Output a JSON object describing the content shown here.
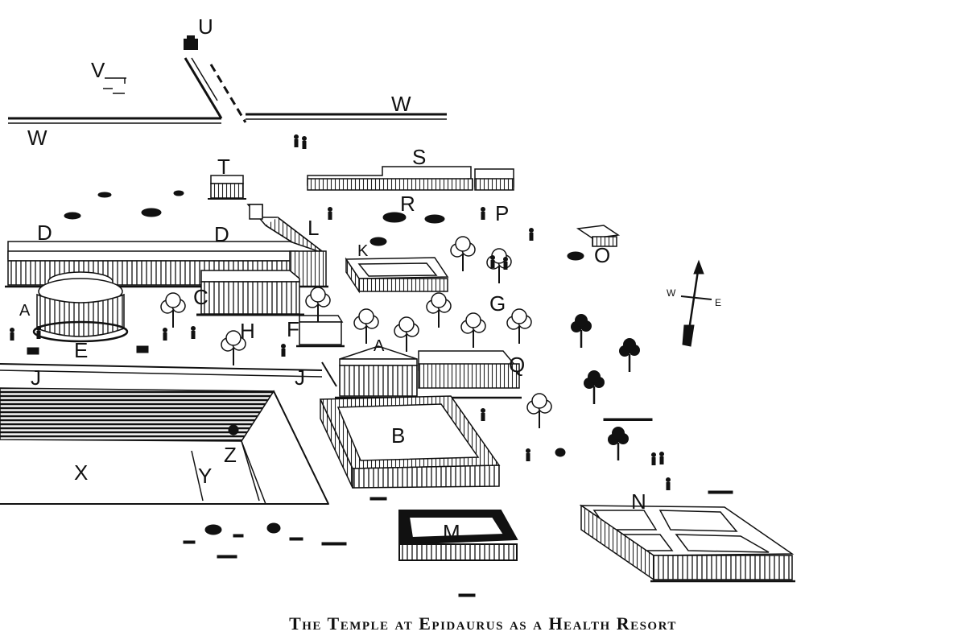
{
  "caption": "The Temple at Epidaurus as a Health Resort",
  "labels": {
    "U": "U",
    "V": "V",
    "W1": "W",
    "W2": "W",
    "T": "T",
    "S": "S",
    "R": "R",
    "P": "P",
    "D1": "D",
    "D2": "D",
    "L": "L",
    "K": "K",
    "O": "O",
    "C": "C",
    "G": "G",
    "A1": "A",
    "A2": "A",
    "H": "H",
    "F": "F",
    "E": "E",
    "J1": "J",
    "J2": "J",
    "Q": "Q",
    "B": "B",
    "X": "X",
    "Y": "Y",
    "Z": "Z",
    "M": "M",
    "N": "N"
  },
  "compass": {
    "w": "W",
    "e": "E"
  }
}
